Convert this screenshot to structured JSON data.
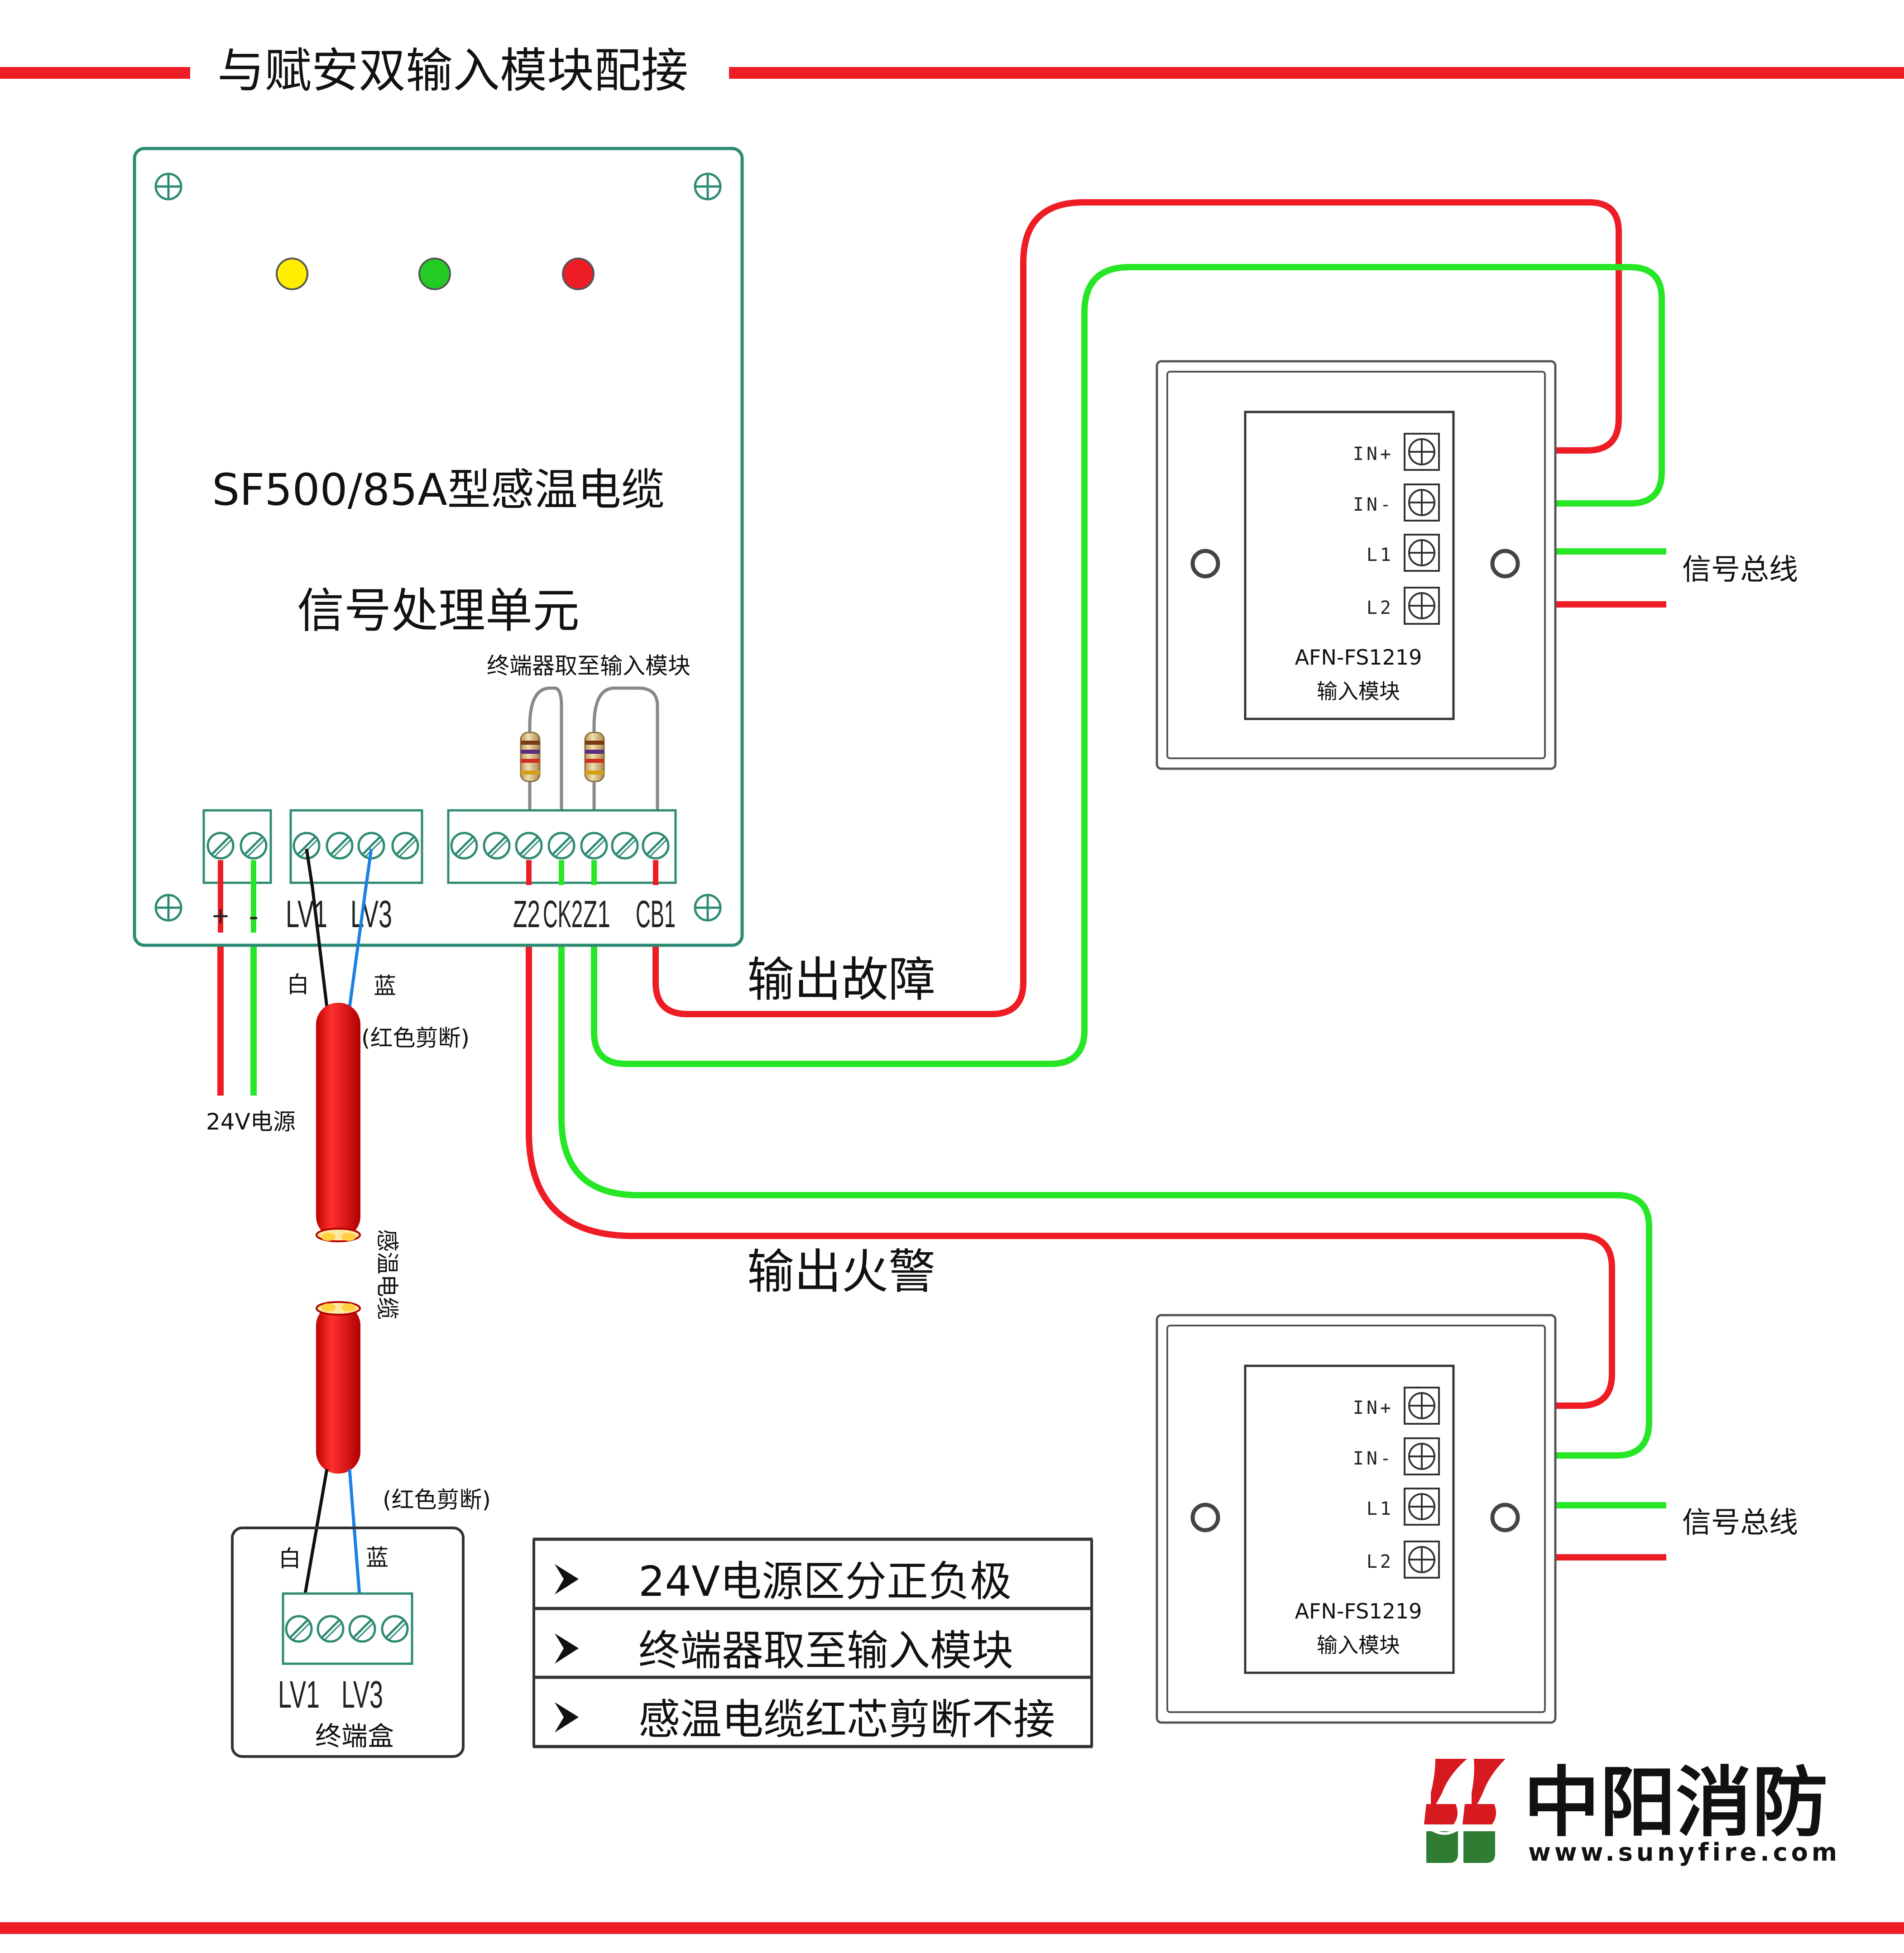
{
  "header": {
    "title": "与赋安双输入模块配接"
  },
  "unit": {
    "line1": "SF500/85A型感温电缆",
    "line2": "信号处理单元",
    "resistor_note": "终端器取至输入模块",
    "power_labels": [
      "+",
      "-"
    ],
    "lv_labels": [
      "LV1",
      "LV3"
    ],
    "terminal_labels": [
      "Z2",
      "CK2",
      "Z1",
      "CB1"
    ]
  },
  "wires": {
    "white": "白",
    "blue": "蓝",
    "red_cut": "(红色剪断)",
    "power": "24V电源",
    "cable": "感温电缆",
    "fault": "输出故障",
    "fire": "输出火警"
  },
  "modules": [
    {
      "pins": [
        "IN+",
        "IN-",
        "L1",
        "L2"
      ],
      "model": "AFN-FS1219",
      "name": "输入模块",
      "bus": "信号总线"
    },
    {
      "pins": [
        "IN+",
        "IN-",
        "L1",
        "L2"
      ],
      "model": "AFN-FS1219",
      "name": "输入模块",
      "bus": "信号总线"
    }
  ],
  "terminal_box": {
    "red_cut": "(红色剪断)",
    "white": "白",
    "blue": "蓝",
    "lv_labels": [
      "LV1",
      "LV3"
    ],
    "name": "终端盒"
  },
  "notes": [
    "24V电源区分正负极",
    "终端器取至输入模块",
    "感温电缆红芯剪断不接"
  ],
  "logo": {
    "name": "中阳消防",
    "url": "www.sunyfire.com"
  },
  "colors": {
    "red": "#ee1c24",
    "green": "#26e626",
    "teal": "#2e8b73",
    "yellow": "#ffee00",
    "led_green": "#22cc22",
    "logo_red": "#d71920",
    "logo_green": "#2e7d32"
  }
}
